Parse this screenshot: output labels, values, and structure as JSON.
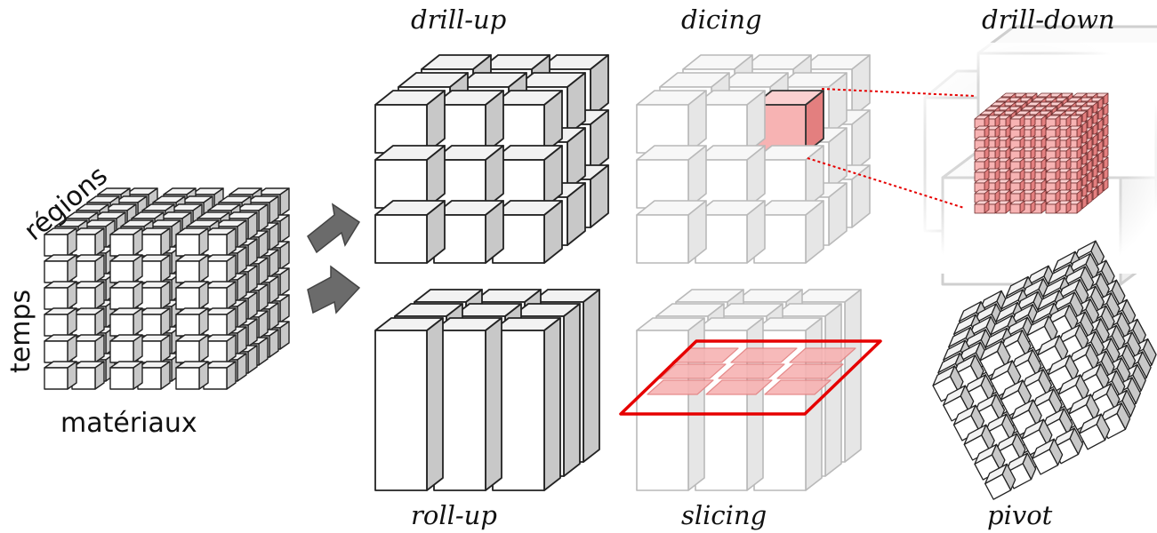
{
  "axes": {
    "regions": "régions",
    "time": "temps",
    "materials": "matériaux"
  },
  "operations": {
    "drill_up": "drill-up",
    "roll_up": "roll-up",
    "dicing": "dicing",
    "slicing": "slicing",
    "drill_down": "drill-down",
    "pivot": "pivot"
  },
  "colors": {
    "highlight": "#f7b3b3",
    "highlight_edge": "#e37f7f",
    "selection_frame": "#e60000",
    "arrow": "#6b6b6b",
    "cube_edge": "#222222",
    "faded_edge": "#b9b9b9"
  }
}
